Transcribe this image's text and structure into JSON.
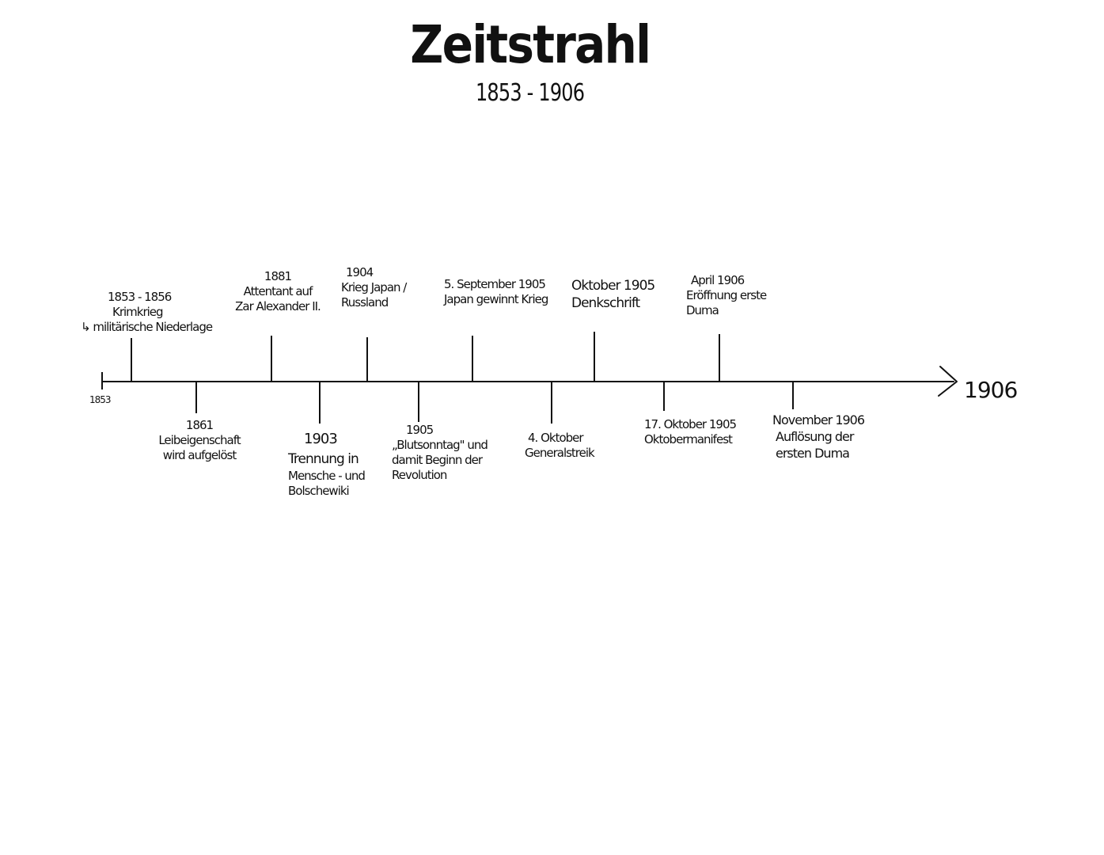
{
  "title": "Zeitstrahl",
  "subtitle": "1853 - 1906",
  "axis": {
    "start_label": "1853",
    "end_label": "1906"
  },
  "events_above": [
    {
      "lines": [
        "1853 - 1856",
        "Krimkrieg",
        "↳ militärische Niederlage"
      ]
    },
    {
      "lines": [
        "1881",
        "Attentant auf",
        "Zar Alexander II."
      ]
    },
    {
      "lines": [
        "1904",
        "Krieg Japan /",
        "Russland"
      ]
    },
    {
      "lines": [
        "5. September 1905",
        "Japan gewinnt Krieg"
      ]
    },
    {
      "lines": [
        "Oktober 1905",
        "Denkschrift"
      ]
    },
    {
      "lines": [
        "April 1906",
        "Eröffnung erste",
        "Duma"
      ]
    }
  ],
  "events_below": [
    {
      "lines": [
        "1861",
        "Leibeigenschaft",
        "wird aufgelöst"
      ]
    },
    {
      "lines": [
        "1903",
        "Trennung in",
        "Mensche - und",
        "Bolschewiki"
      ]
    },
    {
      "lines": [
        "1905",
        "„Blutsonntag\" und",
        "damit Beginn der",
        "Revolution"
      ]
    },
    {
      "lines": [
        "4. Oktober",
        "Generalstreik"
      ]
    },
    {
      "lines": [
        "17. Oktober 1905",
        "Oktobermanifest"
      ]
    },
    {
      "lines": [
        "November 1906",
        "Auflösung der",
        "ersten Duma"
      ]
    }
  ]
}
